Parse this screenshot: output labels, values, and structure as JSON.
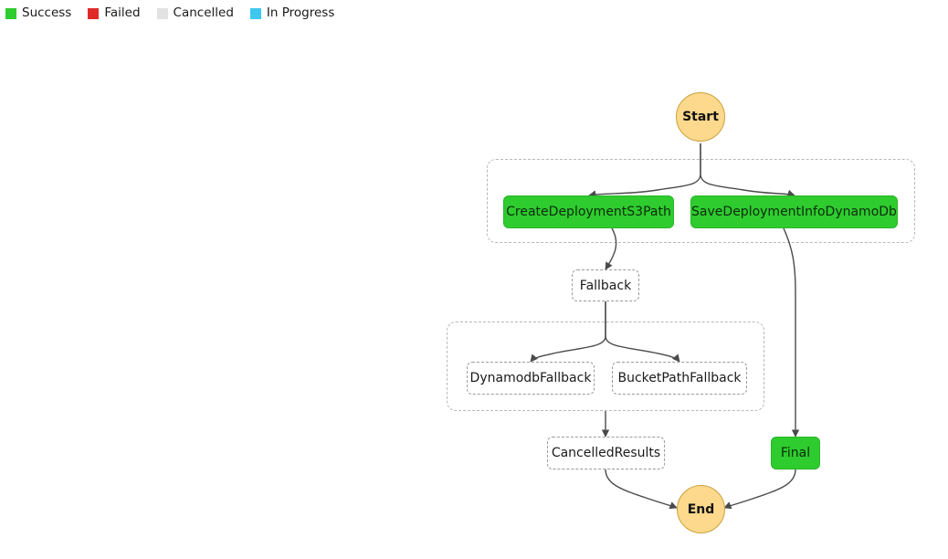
{
  "legend": {
    "items": [
      {
        "label": "Success",
        "color": "#2ecc2e",
        "status": "success"
      },
      {
        "label": "Failed",
        "color": "#e02a2a",
        "status": "failed"
      },
      {
        "label": "Cancelled",
        "color": "#e2e2e2",
        "status": "cancelled"
      },
      {
        "label": "In Progress",
        "color": "#3ec8ef",
        "status": "in-progress"
      }
    ]
  },
  "diagram": {
    "type": "flowchart",
    "direction": "top-down",
    "nodes": [
      {
        "id": "start",
        "label": "Start",
        "shape": "circle",
        "status": "terminal"
      },
      {
        "id": "createS3",
        "label": "CreateDeploymentS3Path",
        "shape": "rounded-rect",
        "status": "success"
      },
      {
        "id": "saveDynamo",
        "label": "SaveDeploymentInfoDynamoDb",
        "shape": "rounded-rect",
        "status": "success"
      },
      {
        "id": "fallback",
        "label": "Fallback",
        "shape": "rounded-rect",
        "status": "cancelled"
      },
      {
        "id": "dynamoFb",
        "label": "DynamodbFallback",
        "shape": "rounded-rect",
        "status": "cancelled"
      },
      {
        "id": "bucketFb",
        "label": "BucketPathFallback",
        "shape": "rounded-rect",
        "status": "cancelled"
      },
      {
        "id": "cancelled",
        "label": "CancelledResults",
        "shape": "rounded-rect",
        "status": "cancelled"
      },
      {
        "id": "final",
        "label": "Final",
        "shape": "rounded-rect",
        "status": "success"
      },
      {
        "id": "end",
        "label": "End",
        "shape": "circle",
        "status": "terminal"
      }
    ],
    "groups": [
      {
        "id": "parallel-group-1",
        "label": "",
        "members": [
          "createS3",
          "saveDynamo"
        ]
      },
      {
        "id": "parallel-group-2",
        "label": "",
        "members": [
          "dynamoFb",
          "bucketFb"
        ]
      }
    ],
    "edges": [
      {
        "from": "start",
        "to": "createS3"
      },
      {
        "from": "start",
        "to": "saveDynamo"
      },
      {
        "from": "createS3",
        "to": "fallback"
      },
      {
        "from": "saveDynamo",
        "to": "final"
      },
      {
        "from": "fallback",
        "to": "dynamoFb"
      },
      {
        "from": "fallback",
        "to": "bucketFb"
      },
      {
        "from": "dynamoFb",
        "to": "cancelled"
      },
      {
        "from": "bucketFb",
        "to": "cancelled"
      },
      {
        "from": "cancelled",
        "to": "end"
      },
      {
        "from": "final",
        "to": "end"
      }
    ]
  }
}
